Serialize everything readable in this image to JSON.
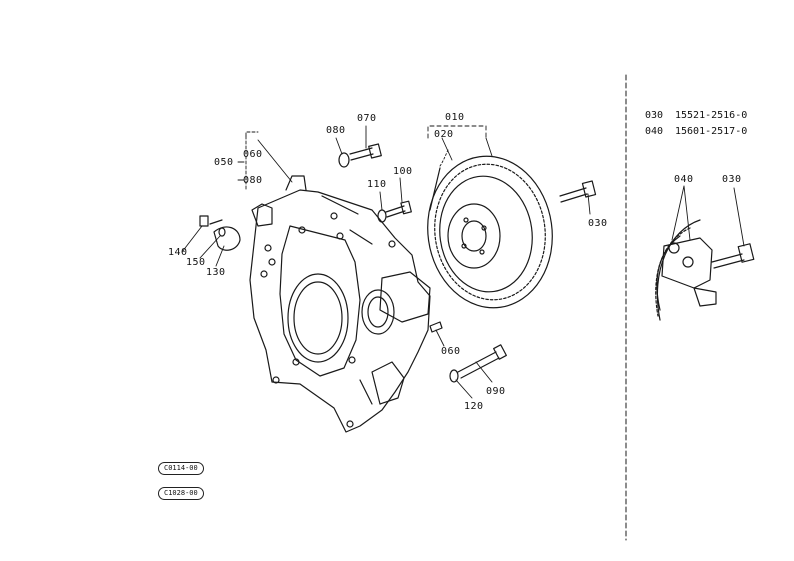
{
  "callouts": {
    "c010": "010",
    "c020": "020",
    "c030a": "030",
    "c030b": "030",
    "c040": "040",
    "c050": "050",
    "c060a": "060",
    "c060b": "060",
    "c070": "070",
    "c080a": "080",
    "c080b": "080",
    "c090": "090",
    "c100": "100",
    "c110": "110",
    "c120": "120",
    "c130": "130",
    "c140": "140",
    "c150": "150"
  },
  "parts_table": [
    {
      "code": "030",
      "part": "15521-2516-0"
    },
    {
      "code": "040",
      "part": "15601-2517-0"
    }
  ],
  "refs": {
    "ref1": "C0114-00",
    "ref2": "C1028-00"
  }
}
